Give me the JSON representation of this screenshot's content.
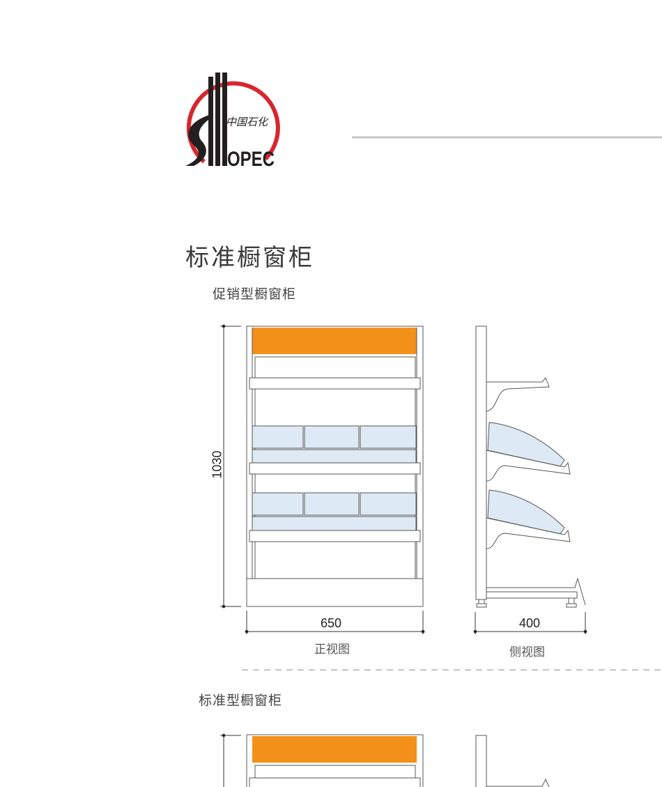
{
  "logo": {
    "brand": "SINOPEC",
    "chinese": "中国石化",
    "ring_color": "#d7262e",
    "letter_color": "#231f20"
  },
  "header": {
    "rule_color": "#c8c8c8"
  },
  "page_title": "标准橱窗柜",
  "sections": [
    {
      "title": "促销型橱窗柜",
      "front_view": {
        "caption": "正视图",
        "height_dim": "1030",
        "width_dim": "650"
      },
      "side_view": {
        "caption": "侧视图",
        "depth_dim": "400"
      }
    },
    {
      "title": "标准型橱窗柜"
    }
  ],
  "colors": {
    "header_panel": "#f39019",
    "glass": "#dde9f5",
    "line": "#555555"
  }
}
